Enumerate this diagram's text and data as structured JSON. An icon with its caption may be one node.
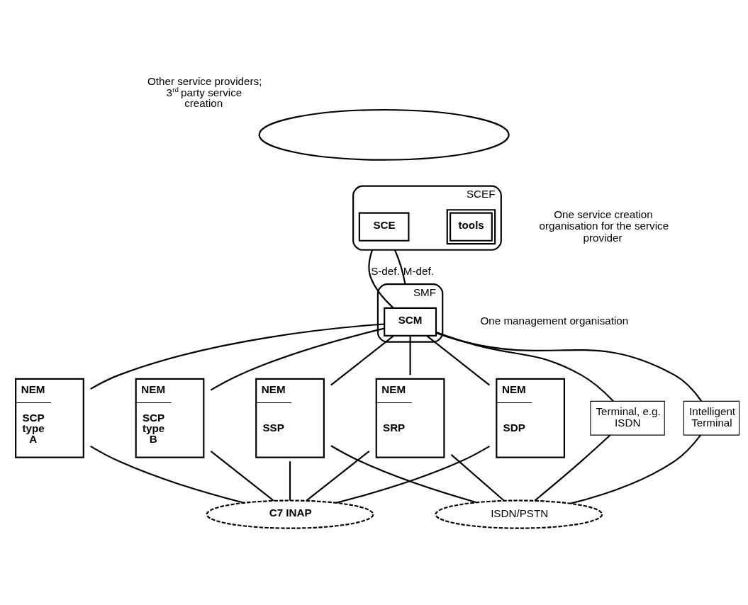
{
  "diagram": {
    "nodes": [
      {
        "text": [],
        "shape": "ellipse",
        "beside": [
          "Other service providers; 3$^{rd}$ party service creation"
        ]
      },
      {
        "text": [
          "SCEF"
        ],
        "beside": [
          "One service creation organisation for the service provider"
        ]
      },
      {
        "text": [
          "SCE"
        ],
        "in": 1
      },
      {
        "text": [
          "tools"
        ],
        "in": 1
      },
      {
        "text": [
          "SMF"
        ],
        "beside": [
          "One management organisation"
        ]
      },
      {
        "text": [
          "SCM"
        ],
        "in": 4
      },
      {
        "text": [
          "NEM",
          "SCP type A"
        ]
      },
      {
        "text": [
          "NEM",
          "SCP type B"
        ]
      },
      {
        "text": [
          "NEM",
          "SSP"
        ]
      },
      {
        "text": [
          "NEM",
          "SRP"
        ]
      },
      {
        "text": [
          "NEM",
          "SDP"
        ]
      },
      {
        "text": [
          "C7 INAP"
        ]
      },
      {
        "text": [
          "Terminal, e.g. ISDN"
        ]
      },
      {
        "text": [
          "Intelligent Terminal"
        ]
      },
      {
        "text": [
          "ISDN/PSTN"
        ]
      }
    ],
    "edges": [
      {
        "from": 1,
        "to": 5,
        "arrow": "none",
        "label": "S-def."
      },
      {
        "from": 1,
        "to": 4,
        "arrow": "none",
        "label": "M-def."
      },
      {
        "from": 5,
        "to": 6,
        "arrow": "none"
      },
      {
        "from": 5,
        "to": 13,
        "arrow": "none"
      },
      {
        "from": 5,
        "to": 12,
        "arrow": "none"
      },
      {
        "from": 5,
        "to": 7,
        "arrow": "none"
      },
      {
        "from": 5,
        "to": 8,
        "arrow": "none"
      },
      {
        "from": 5,
        "to": 9,
        "arrow": "none"
      },
      {
        "from": 5,
        "to": 10,
        "arrow": "none"
      },
      {
        "from": 6,
        "to": 11,
        "arrow": "none"
      },
      {
        "from": 7,
        "to": 11,
        "arrow": "none"
      },
      {
        "from": 8,
        "to": 11,
        "arrow": "none"
      },
      {
        "from": 9,
        "to": 11,
        "arrow": "none"
      },
      {
        "from": 10,
        "to": 11,
        "arrow": "none"
      },
      {
        "from": 8,
        "to": 14,
        "arrow": "none"
      },
      {
        "from": 9,
        "to": 14,
        "arrow": "none"
      },
      {
        "from": 12,
        "to": 14,
        "arrow": "none"
      },
      {
        "from": 13,
        "to": 14,
        "arrow": "none"
      }
    ]
  }
}
